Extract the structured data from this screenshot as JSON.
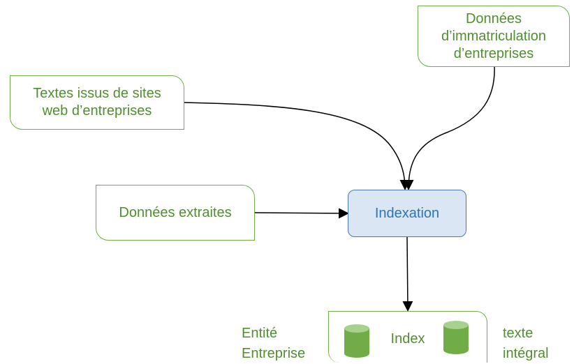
{
  "nodes": {
    "immatriculation": "Données\nd’immatriculation\nd’entreprises",
    "textes": "Textes issus de sites\nweb d’entreprises",
    "extraites": "Données extraites",
    "indexation": "Indexation",
    "index": "Index"
  },
  "labels": {
    "entite": "Entité\nEntreprise",
    "texte": "texte\nintégral"
  },
  "colors": {
    "green_border": "#70ad47",
    "green_text": "#4f8f2f",
    "blue_border": "#4a79b8",
    "blue_fill": "#dbe6f4",
    "blue_text": "#2e74b5",
    "arrow": "#000000"
  }
}
